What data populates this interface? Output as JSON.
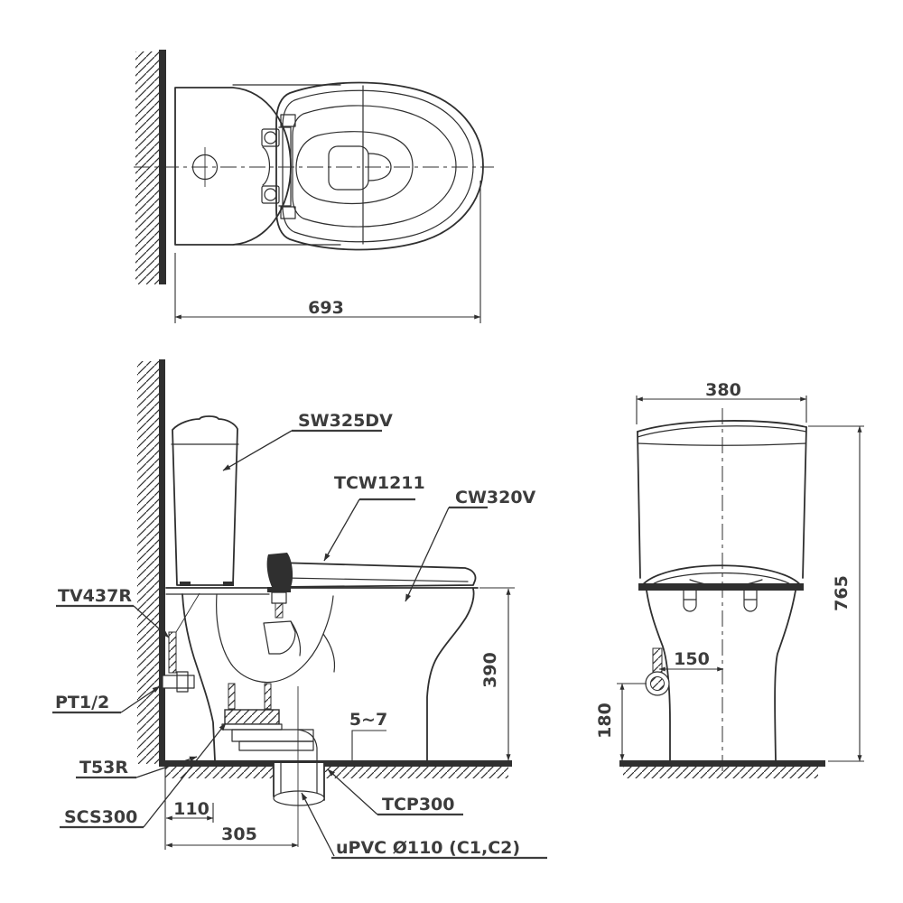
{
  "colors": {
    "line": "#2f2f2f",
    "text": "#3c3c3c",
    "background": "#ffffff"
  },
  "views": {
    "top": {
      "dims": {
        "overall_depth": "693"
      }
    },
    "side": {
      "labels": {
        "tank_model": "SW325DV",
        "washlet_model": "TCW1211",
        "bowl_model": "CW320V",
        "supply_model": "TV437R",
        "valve_spec": "PT1/2",
        "seal_model": "T53R",
        "connector_model": "SCS300",
        "flange_model": "TCP300",
        "drain_spec": "uPVC Ø110 (C1,C2)"
      },
      "dims": {
        "bowl_height": "390",
        "floor_gap": "5~7",
        "flange_offset": "110",
        "drain_offset": "305"
      }
    },
    "front": {
      "dims": {
        "tank_width": "380",
        "overall_height": "765",
        "supply_offset": "150",
        "supply_height": "180"
      }
    }
  }
}
